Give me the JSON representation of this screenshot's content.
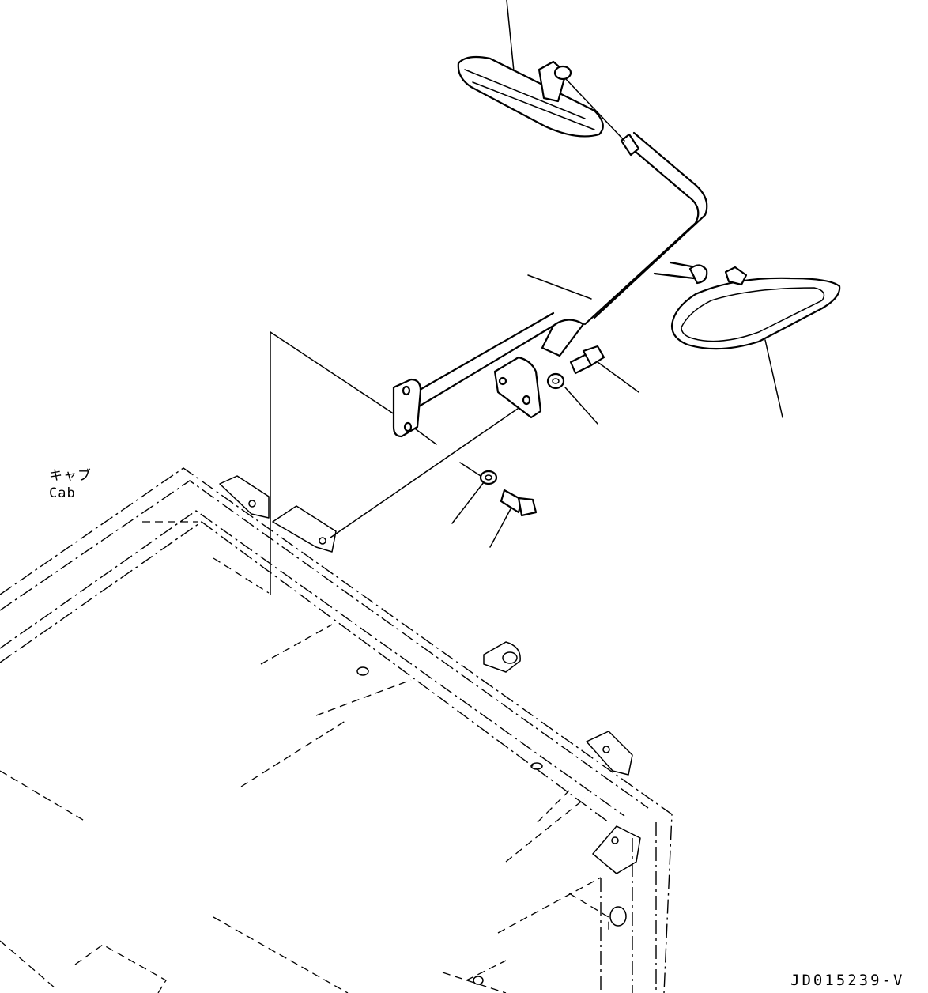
{
  "labels": {
    "cab_jp": "キャブ",
    "cab_en": "Cab",
    "drawing_code": "JD015239-V"
  }
}
